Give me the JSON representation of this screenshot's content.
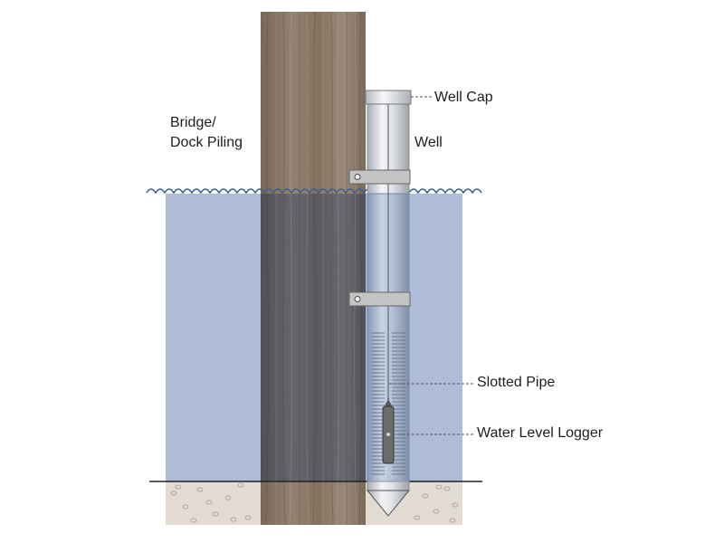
{
  "labels": {
    "piling_line1": "Bridge/",
    "piling_line2": "Dock Piling",
    "well": "Well",
    "well_cap": "Well Cap",
    "slotted_pipe": "Slotted Pipe",
    "water_level_logger": "Water Level Logger"
  },
  "colors": {
    "water": "#aebcd8",
    "water_line": "#3a5f8f",
    "piling_top": "#8a7767",
    "piling_submerged": "#58585f",
    "sediment": "#e0d8cf",
    "pipe": "#c8ccd2",
    "bracket": "#bfbfbf",
    "logger": "#6a6a6a",
    "leader_line": "#555555"
  }
}
